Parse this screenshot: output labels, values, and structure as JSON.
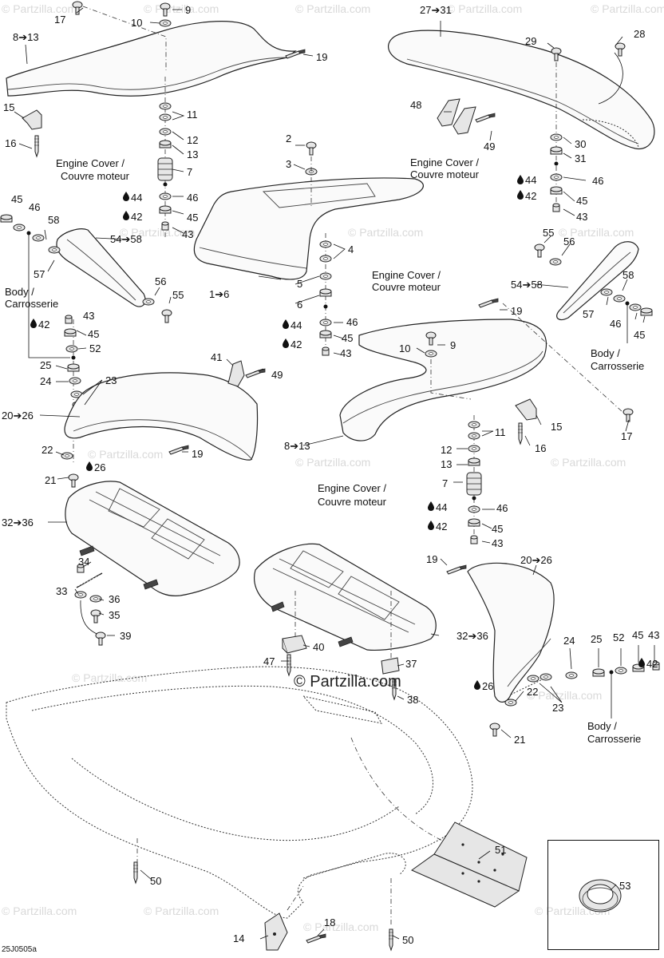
{
  "diagram": {
    "catalog_code": "25J0505a",
    "copyright": "© Partzilla.com",
    "watermark": "© Partzilla.com",
    "callouts": {
      "c17a": "17",
      "c9a": "9",
      "c10a": "10",
      "c8_13a": "8➔13",
      "c19a": "19",
      "c15a": "15",
      "c16a": "16",
      "c11a": "11",
      "c12a": "12",
      "c13a": "13",
      "c7a": "7",
      "c46a": "46",
      "c45a": "45",
      "c44a": "44",
      "c42a": "42",
      "c43a": "43",
      "c27_31": "27➔31",
      "c28": "28",
      "c29": "29",
      "c48": "48",
      "c49a": "49",
      "c30": "30",
      "c31": "31",
      "c44b": "44",
      "c46b": "46",
      "c42b": "42",
      "c45b": "45",
      "c43b": "43",
      "c2": "2",
      "c3": "3",
      "c4": "4",
      "c5": "5",
      "c6": "6",
      "c1_6": "1➔6",
      "c45c": "45",
      "c46c": "46",
      "c58a": "58",
      "c57a": "57",
      "c54_58a": "54➔58",
      "c56a": "56",
      "c55a": "55",
      "c43c": "43",
      "c42c": "42",
      "c45d": "45",
      "c52a": "52",
      "c25a": "25",
      "c24a": "24",
      "c23a": "23",
      "c41": "41",
      "c49b": "49",
      "c20_26a": "20➔26",
      "c19b": "19",
      "c22a": "22",
      "c21a": "21",
      "c26a": "26",
      "c46d": "46",
      "c44c": "44",
      "c45e": "45",
      "c42d": "42",
      "c43d": "43",
      "c10b": "10",
      "c9b": "9",
      "c19c": "19",
      "c8_13b": "8➔13",
      "c11b": "11",
      "c12b": "12",
      "c13b": "13",
      "c7b": "7",
      "c15b": "15",
      "c16b": "16",
      "c17b": "17",
      "c44d": "44",
      "c46e": "46",
      "c42e": "42",
      "c45f": "45",
      "c43e": "43",
      "c55b": "55",
      "c56b": "56",
      "c54_58b": "54➔58",
      "c58b": "58",
      "c57b": "57",
      "c46f": "46",
      "c45g": "45",
      "c32_36a": "32➔36",
      "c34": "34",
      "c33": "33",
      "c36": "36",
      "c35": "35",
      "c39": "39",
      "c40": "40",
      "c47": "47",
      "c37": "37",
      "c38": "38",
      "c32_36b": "32➔36",
      "c19d": "19",
      "c20_26b": "20➔26",
      "c24b": "24",
      "c25b": "25",
      "c52b": "52",
      "c45h": "45",
      "c43f": "43",
      "c42f": "42",
      "c26b": "26",
      "c22b": "22",
      "c23b": "23",
      "c21b": "21",
      "c51": "51",
      "c53": "53",
      "c50a": "50",
      "c50b": "50",
      "c14": "14",
      "c18": "18"
    },
    "notes": {
      "engine_cover_1": "Engine Cover /",
      "engine_cover_1b": "Couvre moteur",
      "engine_cover_2": "Engine Cover /",
      "engine_cover_2b": "Couvre moteur",
      "engine_cover_3": "Engine Cover /",
      "engine_cover_3b": "Couvre moteur",
      "engine_cover_4": "Engine Cover /",
      "engine_cover_4b": "Couvre moteur",
      "body_1": "Body /",
      "body_1b": "Carrosserie",
      "body_2": "Body /",
      "body_2b": "Carrosserie",
      "body_3": "Body /",
      "body_3b": "Carrosserie"
    },
    "icons": [
      "drop-icon",
      "arrow-icon"
    ]
  }
}
